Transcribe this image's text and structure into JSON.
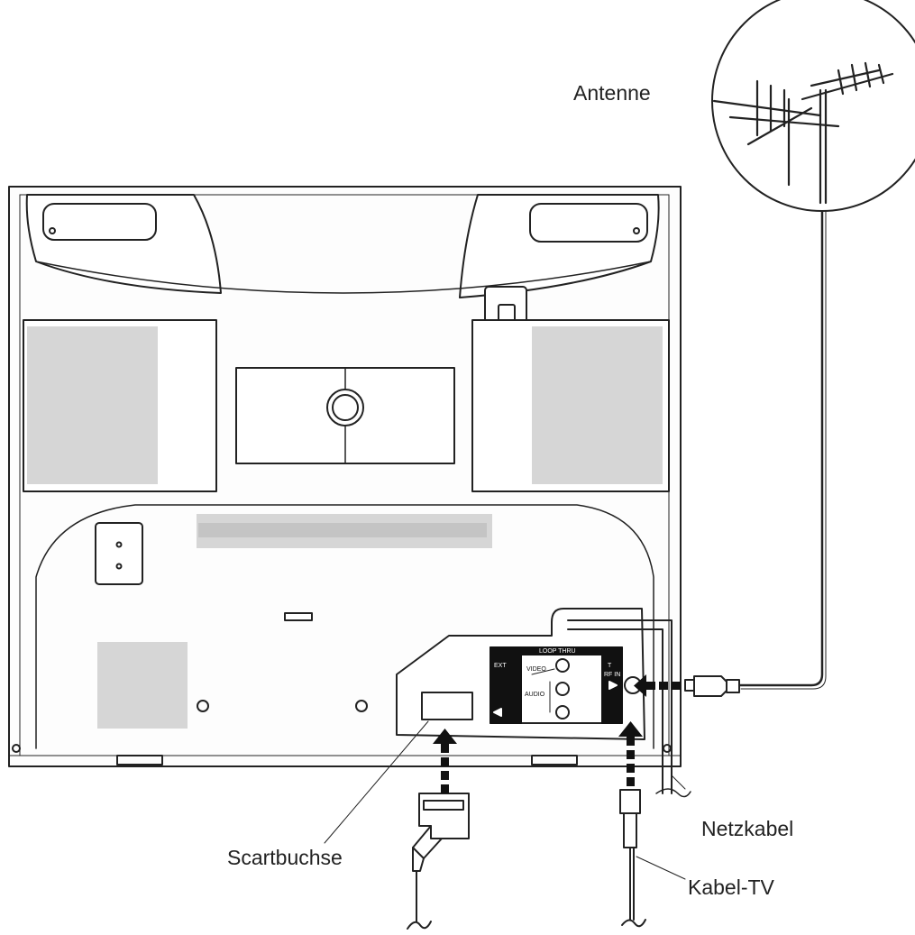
{
  "labels": {
    "antenna": "Antenne",
    "scart": "Scartbuchse",
    "mains": "Netzkabel",
    "cable": "Kabel-TV"
  },
  "panel": {
    "header": "LOOP THRU",
    "left_tag": "EXT",
    "right_tag_top": "T",
    "right_tag_bottom": "RF IN",
    "video_in": "VIDEO",
    "audio_in": "AUDIO"
  }
}
